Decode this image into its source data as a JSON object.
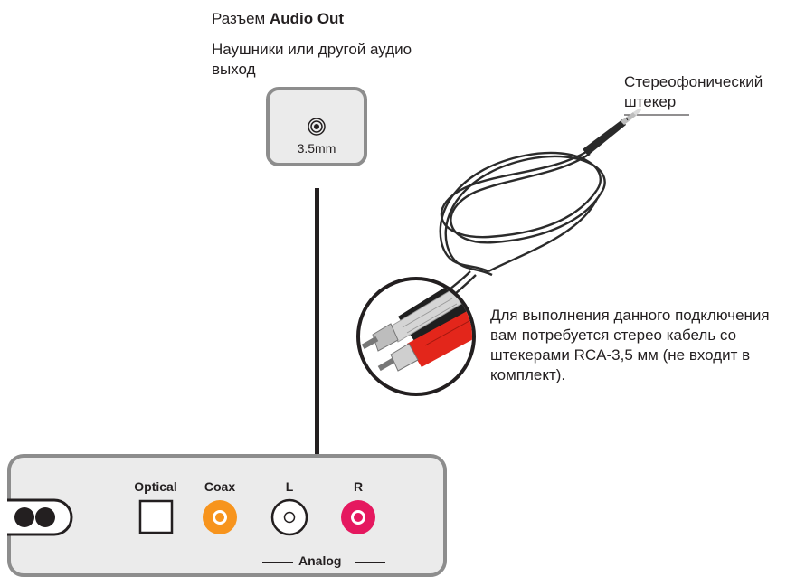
{
  "header": {
    "connector_prefix": "Разъем ",
    "connector_name": "Audio Out",
    "subtitle": "Наушники или другой аудио выход"
  },
  "jack": {
    "label": "3.5mm"
  },
  "cable": {
    "plug_label": "Стереофонический штекер",
    "note": "Для выполнения данного подключения вам потребуется стерео кабель со штекерами RCA-3,5 мм (не входит в комплект)."
  },
  "panel": {
    "ports": [
      {
        "label": "Optical"
      },
      {
        "label": "Coax"
      },
      {
        "label": "L"
      },
      {
        "label": "R"
      }
    ],
    "group_label": "Analog"
  },
  "colors": {
    "frame": "#8d8d8d",
    "fill": "#ebebeb",
    "coax": "#f7941d",
    "right": "#e5185f",
    "rca_red": "#e3261b",
    "rca_white": "#d0d0d0"
  }
}
